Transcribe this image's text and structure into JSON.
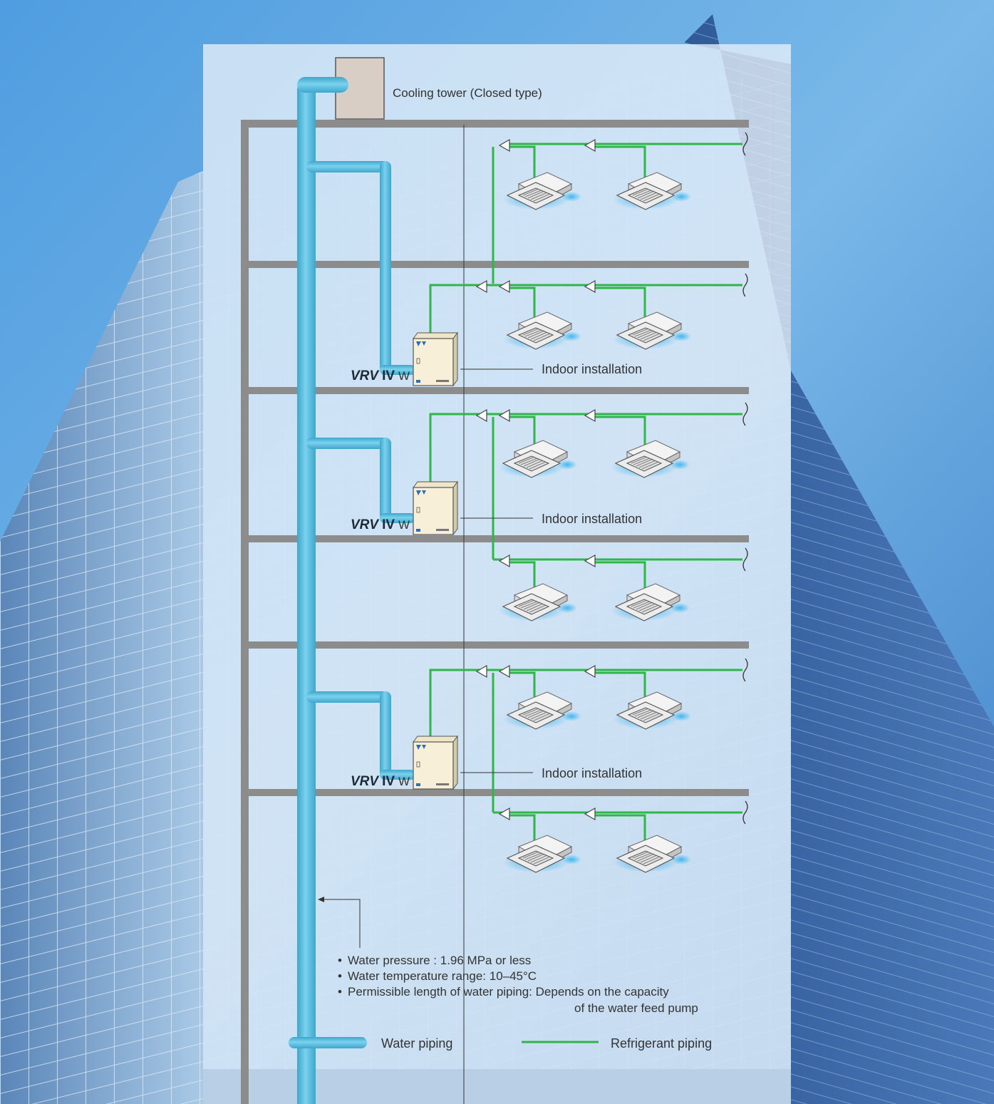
{
  "labels": {
    "cooling_tower": "Cooling tower (Closed type)",
    "indoor_installation": "Indoor installation",
    "vrv_brand": "VRV",
    "vrv_roman": "IV",
    "vrv_suffix": "W"
  },
  "notes": [
    "Water pressure : 1.96 MPa or less",
    "Water temperature range: 10–45°C",
    "Permissible length of water piping: Depends on the capacity",
    "of the water feed pump"
  ],
  "legend": {
    "water_piping": "Water piping",
    "refrigerant_piping": "Refrigerant piping"
  },
  "colors": {
    "water_pipe": "#5cc0e0",
    "refrigerant_pipe": "#2fb54a",
    "floor_slab": "#8c8c8c",
    "sky_top": "#3f8fd6",
    "sky_bottom": "#9fcbef",
    "panel": "#e4eef8",
    "cooling_tower": "#d9cec6"
  },
  "floors": [
    {
      "name": "floor-1",
      "has_outdoor_unit": false
    },
    {
      "name": "floor-2",
      "has_outdoor_unit": true
    },
    {
      "name": "floor-3",
      "has_outdoor_unit": true
    },
    {
      "name": "floor-4",
      "has_outdoor_unit": false
    },
    {
      "name": "floor-5",
      "has_outdoor_unit": true
    },
    {
      "name": "floor-6",
      "has_outdoor_unit": false
    }
  ],
  "icons": {
    "cassette": "ceiling-cassette-indoor-unit-icon",
    "outdoor": "water-cooled-outdoor-unit-icon",
    "tower": "cooling-tower-icon",
    "branch": "refnet-joint-icon"
  }
}
